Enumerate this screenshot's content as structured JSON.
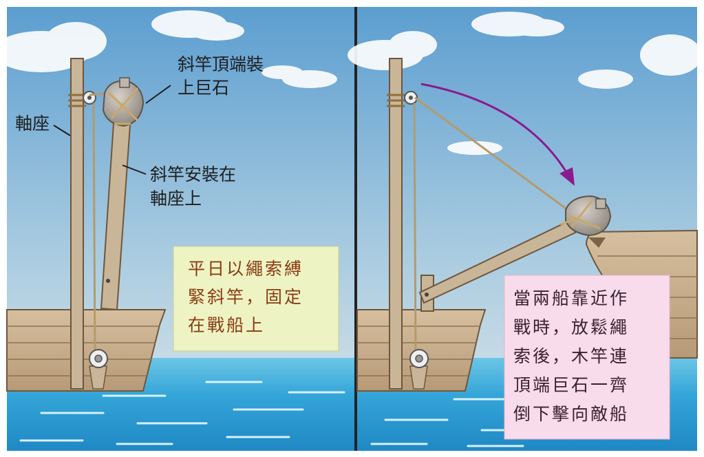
{
  "left_panel": {
    "labels": {
      "pivot_base": "軸座",
      "boom_top_line1": "斜竿頂端裝",
      "boom_top_line2": "上巨石",
      "boom_mount_line1": "斜竿安裝在",
      "boom_mount_line2": "軸座上"
    },
    "caption": {
      "line1": "平日以繩索縛",
      "line2": "緊斜竿，固定",
      "line3": "在戰船上",
      "box_color": "#eef3c4"
    }
  },
  "right_panel": {
    "caption": {
      "line1": "當兩船靠近作",
      "line2": "戰時，放鬆繩",
      "line3": "索後，木竿連",
      "line4": "頂端巨石一齊",
      "line5": "倒下擊向敵船",
      "box_color": "#f8dcec"
    },
    "arrow_color": "#8b1a8f"
  },
  "colors": {
    "sky_top": "#5c9ed0",
    "sky_bottom": "#d9e6ea",
    "sea": "#35a4d6",
    "wood": "#c9b598",
    "hull": "#c7ad8c",
    "divider": "#222222"
  }
}
